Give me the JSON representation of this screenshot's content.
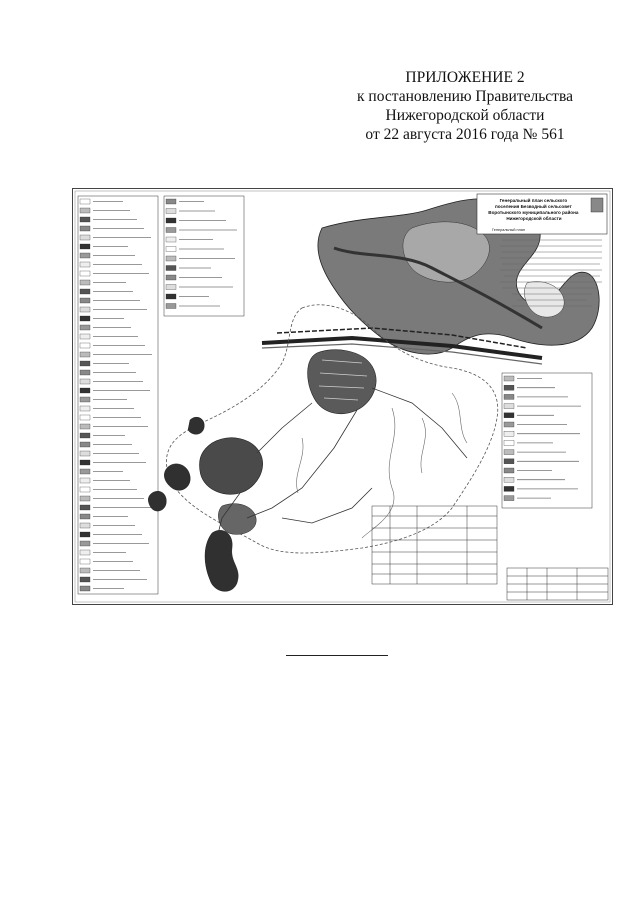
{
  "heading": {
    "line1": "ПРИЛОЖЕНИЕ 2",
    "line2": "к постановлению Правительства",
    "line3": "Нижегородской области",
    "line4": "от 22 августа 2016 года № 561"
  },
  "map": {
    "title_lines": [
      "Генеральный план сельского",
      "поселения Безводный сельсовет",
      "Воротынского муниципального района",
      "Нижегородской области"
    ],
    "subtitle": "Генеральный план",
    "colors": {
      "water": "#6f6f6f",
      "water_dark": "#3c3c3c",
      "settlement": "#4a4a4a",
      "ink": "#222222"
    }
  }
}
